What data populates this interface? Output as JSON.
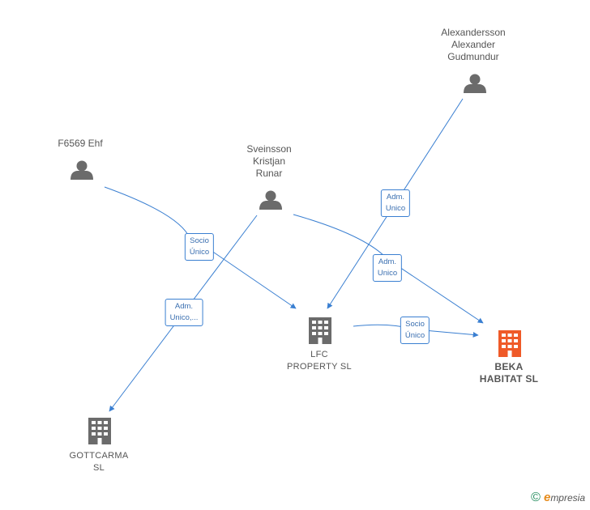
{
  "colors": {
    "edge": "#3a7fd1",
    "person_icon": "#6b6b6b",
    "company_icon": "#6b6b6b",
    "company_focus": "#ef5a28",
    "label": "#555555"
  },
  "persons": {
    "alexandersson": {
      "lines": [
        "Alexandersson",
        "Alexander",
        "Gudmundur"
      ],
      "icon": "person-icon"
    },
    "f6569": {
      "lines": [
        "F6569 Ehf"
      ],
      "icon": "person-icon"
    },
    "sveinsson": {
      "lines": [
        "Sveinsson",
        "Kristjan",
        "Runar"
      ],
      "icon": "person-icon"
    }
  },
  "companies": {
    "lfc": {
      "lines": [
        "LFC",
        "PROPERTY SL"
      ],
      "icon": "building-icon"
    },
    "beka": {
      "lines": [
        "BEKA",
        "HABITAT SL"
      ],
      "icon": "building-icon",
      "focus": true
    },
    "gottcarma": {
      "lines": [
        "GOTTCARMA",
        "SL"
      ],
      "icon": "building-icon"
    }
  },
  "edges": {
    "f6569_lfc": {
      "lines": [
        "Socio",
        "Único"
      ]
    },
    "sveinsson_gottcarma": {
      "lines": [
        "Adm.",
        "Unico,..."
      ]
    },
    "alexandersson_lfc": {
      "lines": [
        "Adm.",
        "Unico"
      ]
    },
    "sveinsson_beka": {
      "lines": [
        "Adm.",
        "Unico"
      ]
    },
    "lfc_beka": {
      "lines": [
        "Socio",
        "Único"
      ]
    }
  },
  "footer": {
    "copyright_symbol": "©",
    "brand_initial": "e",
    "brand_rest": "mpresia"
  }
}
